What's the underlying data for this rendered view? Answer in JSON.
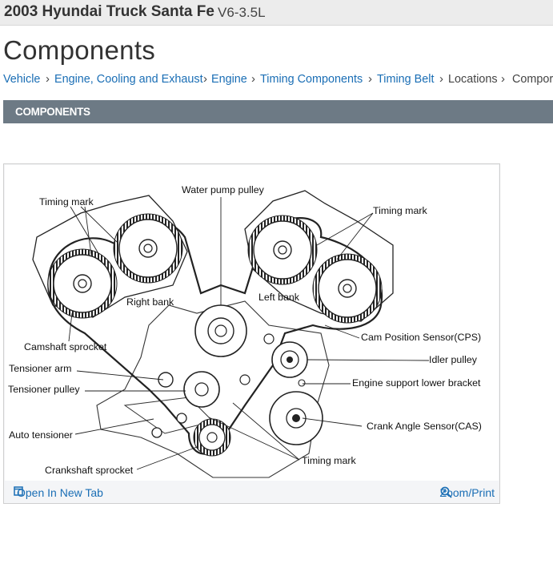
{
  "header": {
    "vehicle_title": "2003 Hyundai Truck Santa Fe",
    "engine": "V6-3.5L"
  },
  "page_title": "Components",
  "breadcrumb": {
    "items": [
      {
        "label": "Vehicle",
        "link": true
      },
      {
        "label": "Engine, Cooling and Exhaust",
        "link": true
      },
      {
        "label": "Engine",
        "link": true
      },
      {
        "label": "Timing Components",
        "link": true
      },
      {
        "label": "Timing Belt",
        "link": true
      },
      {
        "label": "Locations",
        "link": false
      },
      {
        "label": "Compor",
        "link": false
      }
    ]
  },
  "section_header": "COMPONENTS",
  "diagram": {
    "labels": {
      "timing_mark_left": "Timing mark",
      "water_pump_pulley": "Water pump pulley",
      "timing_mark_right": "Timing mark",
      "right_bank": "Right bank",
      "left_bank": "Left bank",
      "cam_position_sensor": "Cam Position Sensor(CPS)",
      "camshaft_sprocket": "Camshaft sprocket",
      "idler_pulley": "Idler pulley",
      "tensioner_arm": "Tensioner arm",
      "engine_support_lower_bracket": "Engine support lower bracket",
      "tensioner_pulley": "Tensioner pulley",
      "crank_angle_sensor": "Crank Angle Sensor(CAS)",
      "auto_tensioner": "Auto tensioner",
      "timing_mark_bottom": "Timing mark",
      "crankshaft_sprocket": "Crankshaft sprocket"
    }
  },
  "figure_footer": {
    "open_tab": "Open In New Tab",
    "zoom": "Zoom/Print",
    "open_icon": "open-in-new-tab-icon",
    "zoom_icon": "zoom-in-icon"
  }
}
